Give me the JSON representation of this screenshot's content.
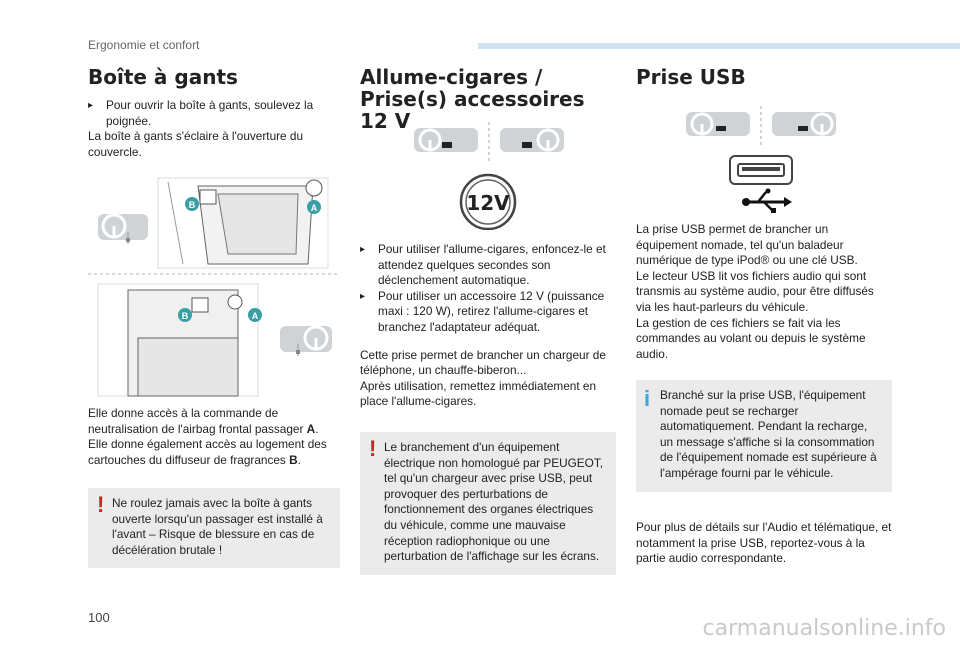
{
  "header": {
    "section": "Ergonomie et confort"
  },
  "page_number": "100",
  "watermark": "carmanualsonline.info",
  "glovebox": {
    "title": "Boîte à gants",
    "bullet_mark": "",
    "bullet": "Pour ouvrir la boîte à gants, soulevez la poignée.",
    "p1": "La boîte à gants s'éclaire à l'ouverture du couvercle.",
    "p2_part1": "Elle donne accès à la commande de neutralisation de l'airbag frontal passager ",
    "p2_ref_a": "A",
    "p2_part2": ". Elle donne également accès au logement des cartouches du diffuseur de fragrances ",
    "p2_ref_b": "B",
    "p2_part3": ".",
    "warning": "Ne roulez jamais avec la boîte à gants ouverte lorsqu'un passager est installé à l'avant – Risque de blessure en cas de décélération brutale !",
    "callout_a": "A",
    "callout_b": "B"
  },
  "lighter": {
    "title": "Allume-cigares / Prise(s) accessoires 12 V",
    "socket_label": "12V",
    "bullet1": "Pour utiliser l'allume-cigares, enfoncez-le et attendez quelques secondes son déclenchement automatique.",
    "bullet2": "Pour utiliser un accessoire 12 V (puissance maxi : 120 W), retirez l'allume-cigares et branchez l'adaptateur adéquat.",
    "p1": "Cette prise permet de brancher un chargeur de téléphone, un chauffe-biberon...",
    "p2": "Après utilisation, remettez immédiatement en place l'allume-cigares.",
    "warning": "Le branchement d'un équipement électrique non homologué par PEUGEOT, tel qu'un chargeur avec prise USB, peut provoquer des perturbations de fonctionnement des organes électriques du véhicule, comme une mauvaise réception radiophonique ou une perturbation de l'affichage sur les écrans."
  },
  "usb": {
    "title": "Prise USB",
    "p1": "La prise USB permet de brancher un équipement nomade, tel qu'un baladeur numérique de type iPod® ou une clé USB.",
    "p2": "Le lecteur USB lit vos fichiers audio qui sont transmis au système audio, pour être diffusés via les haut-parleurs du véhicule.",
    "p3": "La gestion de ces fichiers se fait via les commandes au volant ou depuis le système audio.",
    "info": "Branché sur la prise USB, l'équipement nomade peut se recharger automatiquement. Pendant la recharge, un message s'affiche si la consommation de l'équipement nomade est supérieure à l'ampérage fourni par le véhicule.",
    "p4": "Pour plus de détails sur l'Audio et télématique, et notamment la prise USB, reportez-vous à la partie audio correspondante."
  },
  "colors": {
    "accent": "#3fa6dc",
    "warning": "#d91e22",
    "callout": "#3a9ea5",
    "panel": "#ebebeb"
  }
}
